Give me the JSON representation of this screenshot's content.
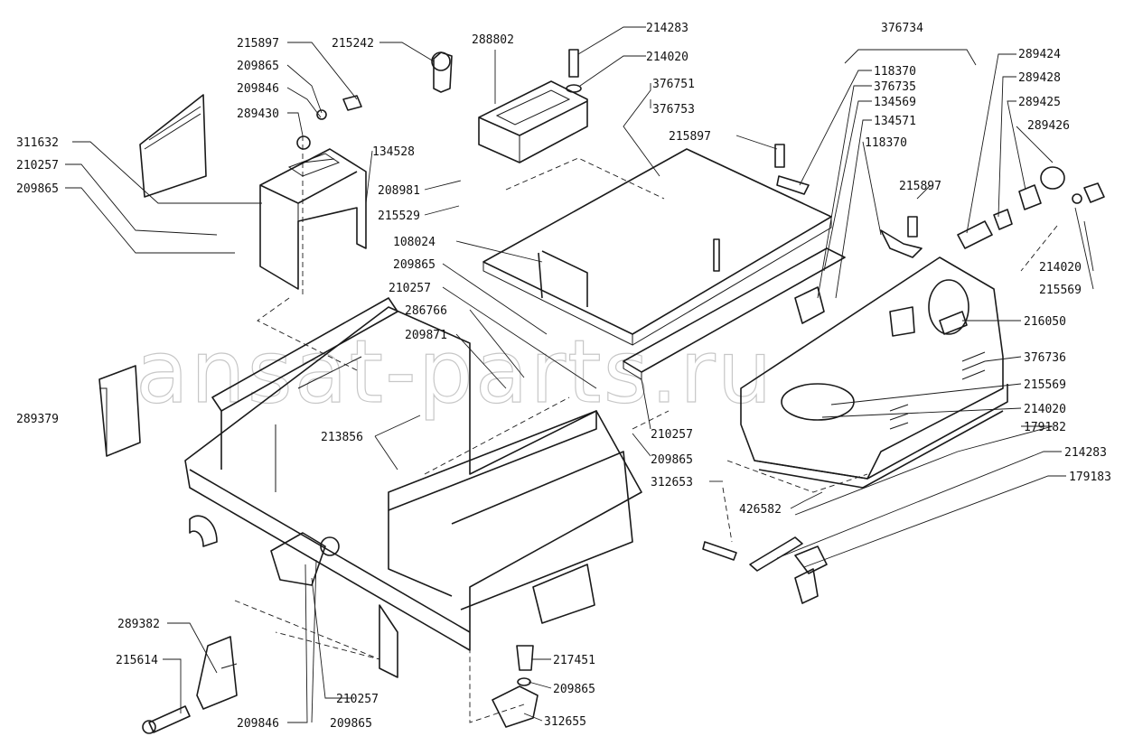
{
  "watermark": "ansat-parts.ru",
  "colors": {
    "ink": "#1a1a1a",
    "background": "#ffffff",
    "watermark": "#9a9a9a"
  },
  "labels": {
    "l215897a": "215897",
    "l215242": "215242",
    "l288802": "288802",
    "l214283a": "214283",
    "l214020a": "214020",
    "l376734": "376734",
    "l289424": "289424",
    "l209865a": "209865",
    "l118370a": "118370",
    "l289428": "289428",
    "l376751": "376751",
    "l376735": "376735",
    "l209846a": "209846",
    "l134569": "134569",
    "l289425": "289425",
    "l376753": "376753",
    "l289430": "289430",
    "l134571": "134571",
    "l289426": "289426",
    "l215897b": "215897",
    "l311632": "311632",
    "l118370b": "118370",
    "l134528": "134528",
    "l210257a": "210257",
    "l209865b": "209865",
    "l208981": "208981",
    "l215897c": "215897",
    "l215529": "215529",
    "l108024": "108024",
    "l214020b": "214020",
    "l209865c": "209865",
    "l215569a": "215569",
    "l210257b": "210257",
    "l286766": "286766",
    "l216050": "216050",
    "l209871": "209871",
    "l376736": "376736",
    "l215569b": "215569",
    "l289379": "289379",
    "l214020c": "214020",
    "l213856": "213856",
    "l210257c": "210257",
    "l179182": "179182",
    "l209865d": "209865",
    "l214283b": "214283",
    "l312653": "312653",
    "l179183": "179183",
    "l426582": "426582",
    "l289382": "289382",
    "l215614": "215614",
    "l217451": "217451",
    "l209865e": "209865",
    "l210257d": "210257",
    "l312655": "312655",
    "l209846b": "209846",
    "l209865f": "209865"
  }
}
